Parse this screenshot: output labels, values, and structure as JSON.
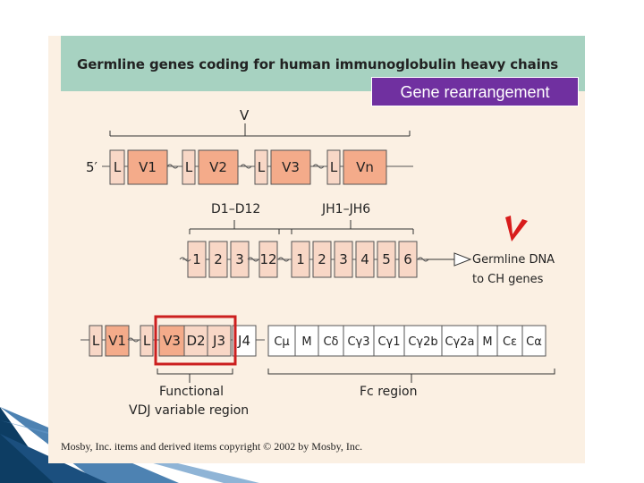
{
  "header": {
    "title": "Germline genes coding for human immunoglobulin heavy chains",
    "callout": "Gene rearrangement"
  },
  "diagram": {
    "v_region_label": "V",
    "five_prime": "5′",
    "germline_v_row": [
      "L",
      "V1",
      "L",
      "V2",
      "L",
      "V3",
      "L",
      "Vn"
    ],
    "d_group_label": "D1–D12",
    "j_group_label": "JH1–JH6",
    "d_segments": [
      "1",
      "2",
      "3",
      "12"
    ],
    "j_segments": [
      "1",
      "2",
      "3",
      "4",
      "5",
      "6"
    ],
    "germline_arrow_label": [
      "Germline DNA",
      "to CH genes"
    ],
    "rearranged_row": {
      "left_segments": [
        "L",
        "V1",
        "L"
      ],
      "vdj_segments": [
        "V3",
        "D2",
        "J3"
      ],
      "j4": "J4",
      "constant_genes": [
        "Cμ",
        "M",
        "Cδ",
        "Cγ3",
        "Cγ1",
        "Cγ2b",
        "Cγ2a",
        "M",
        "Cε",
        "Cα"
      ]
    },
    "functional_label": [
      "Functional",
      "VDJ variable region"
    ],
    "fc_label": "Fc region"
  },
  "footer": {
    "copyright": "Mosby, Inc. items and derived items copyright © 2002 by Mosby, Inc."
  },
  "colors": {
    "header_bg": "#a7d2c1",
    "figure_bg": "#fbf0e3",
    "v_segment": "#f4ab8a",
    "l_segment": "#f8d7c6",
    "callout_bg": "#7030a0",
    "highlight_box": "#cc1f1f",
    "arrow_red": "#d81c1c",
    "deco_blue": "#1f4e79"
  }
}
